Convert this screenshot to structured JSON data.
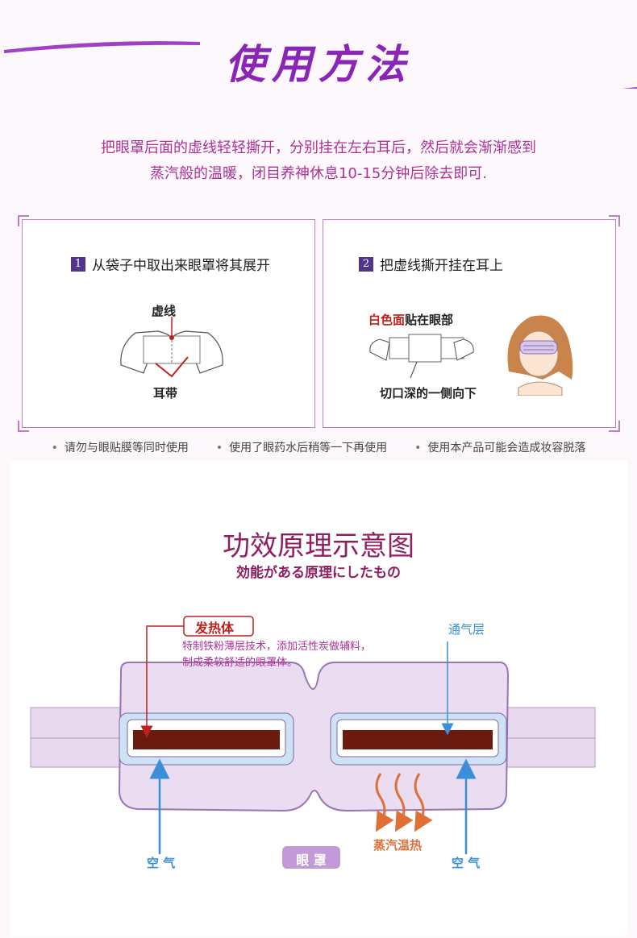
{
  "section1": {
    "title": "使用方法",
    "intro_line1": "把眼罩后面的虚线轻轻撕开，分别挂在左右耳后，然后就会渐渐感到",
    "intro_line2": "蒸汽般的温暖，闭目养神休息10-15分钟后除去即可."
  },
  "steps": [
    {
      "num": "1",
      "text": "从袋子中取出来眼罩将其展开",
      "caption_top": "虚线",
      "caption_bottom": "耳带"
    },
    {
      "num": "2",
      "text": "把虚线撕开挂在耳上",
      "caption_top_red": "白色面",
      "caption_top": "贴在眼部",
      "caption_bottom": "切口深的一侧向下"
    }
  ],
  "notes": [
    "请勿与眼贴膜等同时使用",
    "使用了眼药水后稍等一下再使用",
    "使用本产品可能会造成妆容脱落"
  ],
  "section2": {
    "title": "功效原理示意图",
    "subtitle": "効能がある原理にしたもの",
    "heat_label": "发热体",
    "heat_desc1": "特制铁粉薄层技术，添加活性炭做辅料，",
    "heat_desc2": "制成柔软舒适的眼罩体。",
    "vent_label": "通气层",
    "air_left": "空 气",
    "air_right": "空 气",
    "steam_label": "蒸汽温热",
    "mask_label": "眼 罩"
  },
  "colors": {
    "title_purple": "#8b25b8",
    "text_magenta": "#b0309a",
    "step_badge": "#52348a",
    "heater": "#6b1a10",
    "air_arrow": "#3a8fd8",
    "steam": "#e07038"
  }
}
